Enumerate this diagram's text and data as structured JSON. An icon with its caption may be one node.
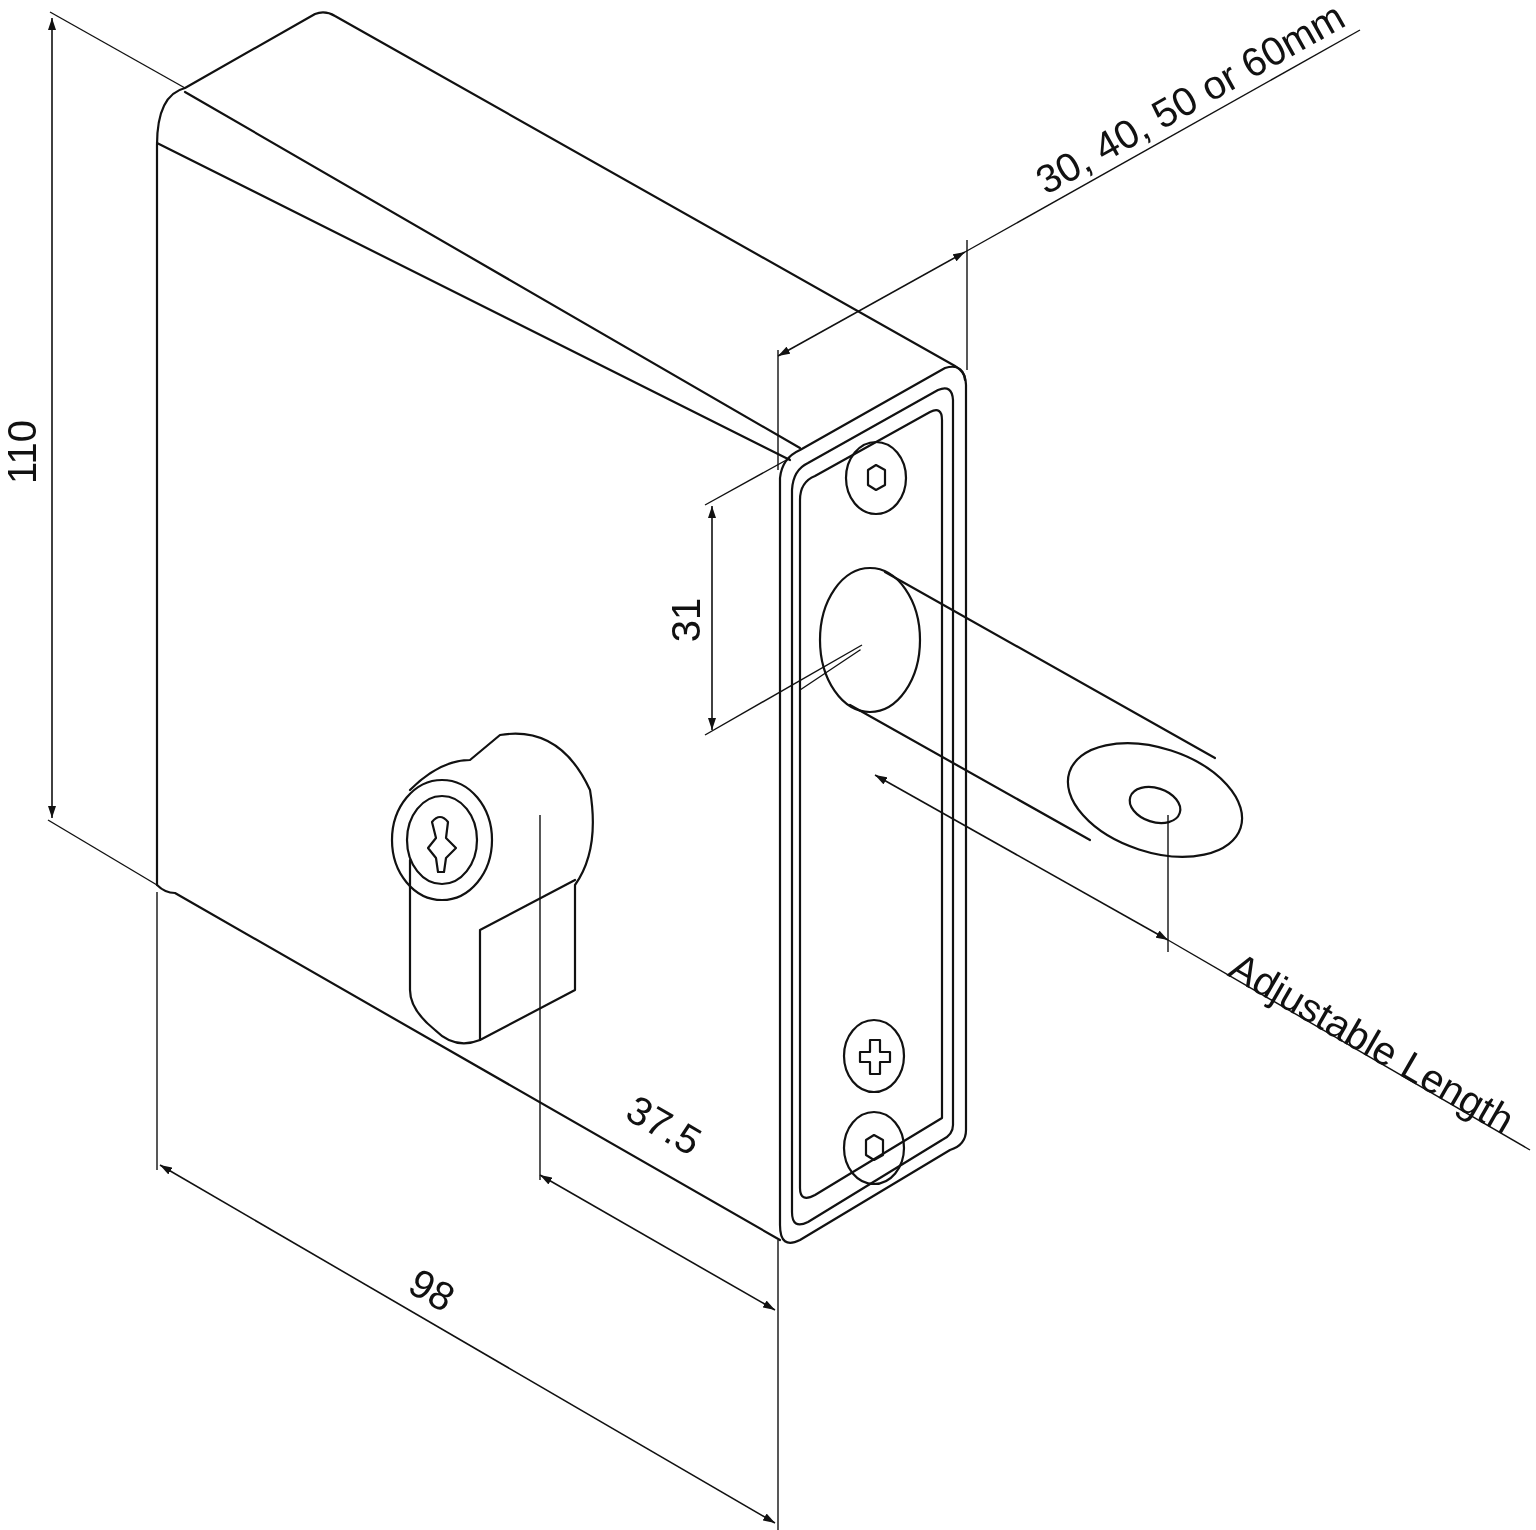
{
  "diagram": {
    "labels": [
      "30, 40, 50 or 60mm",
      "110",
      "31",
      "Adjustable Length",
      "37.5",
      "98"
    ]
  }
}
